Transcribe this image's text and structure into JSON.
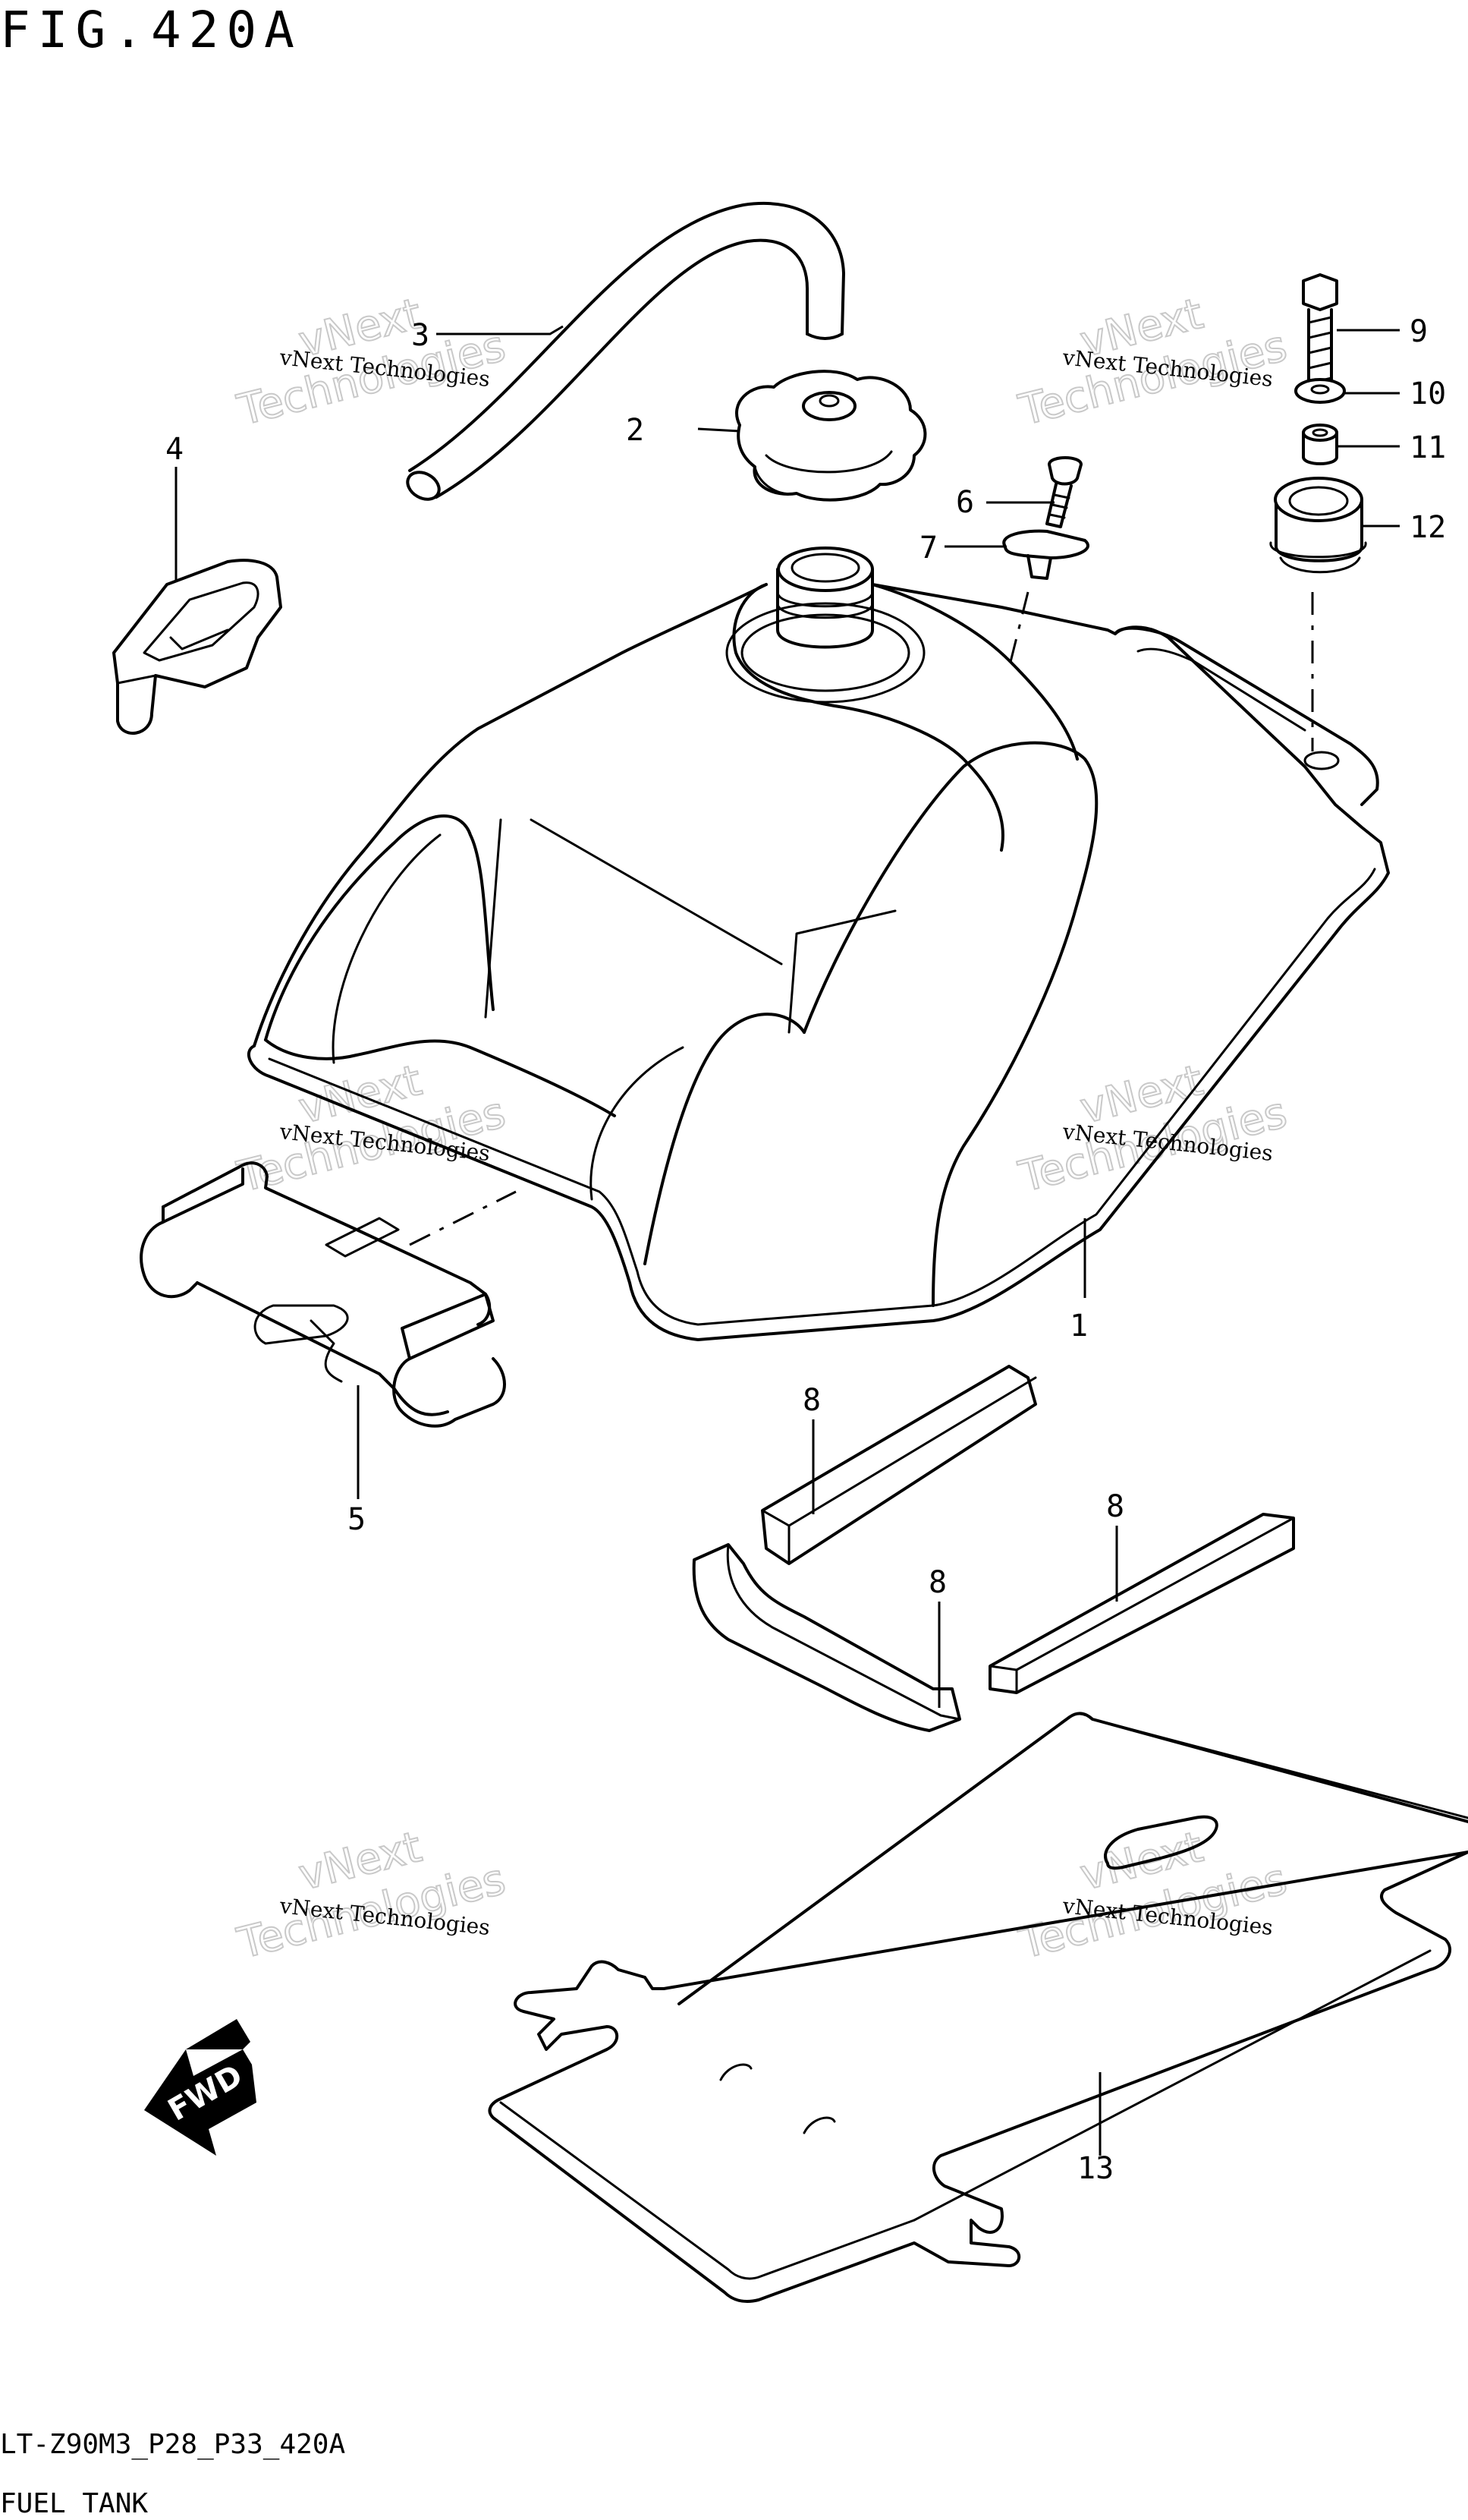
{
  "figure": {
    "title": "FIG.420A"
  },
  "footer": {
    "model_code": "LT-Z90M3_P28_P33_420A",
    "caption": "FUEL TANK"
  },
  "direction_arrow": {
    "label": "FWD"
  },
  "watermark": {
    "line1": "vNext Technologies",
    "line2": "Technologies",
    "line3": "vNext"
  },
  "callouts": [
    {
      "id": "1",
      "text": "1"
    },
    {
      "id": "2",
      "text": "2"
    },
    {
      "id": "3",
      "text": "3"
    },
    {
      "id": "4",
      "text": "4"
    },
    {
      "id": "5",
      "text": "5"
    },
    {
      "id": "6",
      "text": "6"
    },
    {
      "id": "7",
      "text": "7"
    },
    {
      "id": "8a",
      "text": "8"
    },
    {
      "id": "8b",
      "text": "8"
    },
    {
      "id": "8c",
      "text": "8"
    },
    {
      "id": "9",
      "text": "9"
    },
    {
      "id": "10",
      "text": "10"
    },
    {
      "id": "11",
      "text": "11"
    },
    {
      "id": "12",
      "text": "12"
    },
    {
      "id": "13",
      "text": "13"
    }
  ]
}
